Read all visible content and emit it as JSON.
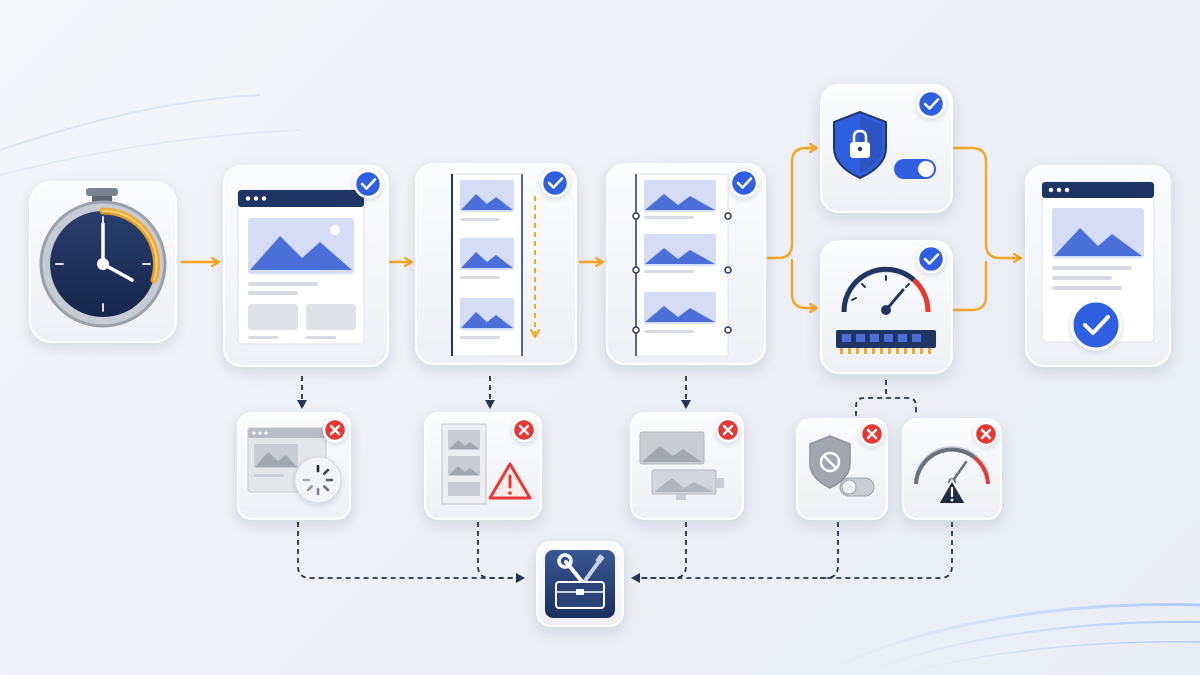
{
  "colors": {
    "background": "#eef1f6",
    "card": "#f7f8fb",
    "navy": "#1f3563",
    "accent_blue": "#2f5fe0",
    "image_blue": "#4a6fd8",
    "orange": "#f5a623",
    "error_red": "#e53935",
    "gray": "#b9bcc4",
    "dashed_connector": "#233456"
  },
  "flow": {
    "timer": {
      "icon": "stopwatch-icon"
    },
    "steps": [
      {
        "id": "page-render",
        "icon": "webpage-icon",
        "status": "success-check-icon"
      },
      {
        "id": "scroll-load",
        "icon": "scrolling-page-icon",
        "status": "success-check-icon"
      },
      {
        "id": "layout-anchors",
        "icon": "anchored-layout-icon",
        "status": "success-check-icon"
      },
      {
        "id": "security",
        "icon": "shield-lock-icon",
        "status": "success-check-icon"
      },
      {
        "id": "performance",
        "icon": "gauge-memory-icon",
        "status": "success-check-icon"
      },
      {
        "id": "final-page",
        "icon": "verified-page-icon",
        "status": "large-check-icon"
      }
    ],
    "failures": [
      {
        "id": "page-loading-fail",
        "icon": "loading-spinner-icon",
        "status": "error-x-icon"
      },
      {
        "id": "scroll-warning-fail",
        "icon": "warning-triangle-icon",
        "status": "error-x-icon"
      },
      {
        "id": "layout-broken-fail",
        "icon": "misaligned-blocks-icon",
        "status": "error-x-icon"
      },
      {
        "id": "security-blocked-fail",
        "icon": "blocked-shield-icon",
        "status": "error-x-icon"
      },
      {
        "id": "performance-warning-fail",
        "icon": "gauge-warning-icon",
        "status": "error-x-icon"
      }
    ],
    "fix": {
      "icon": "toolbox-wrench-icon"
    }
  }
}
